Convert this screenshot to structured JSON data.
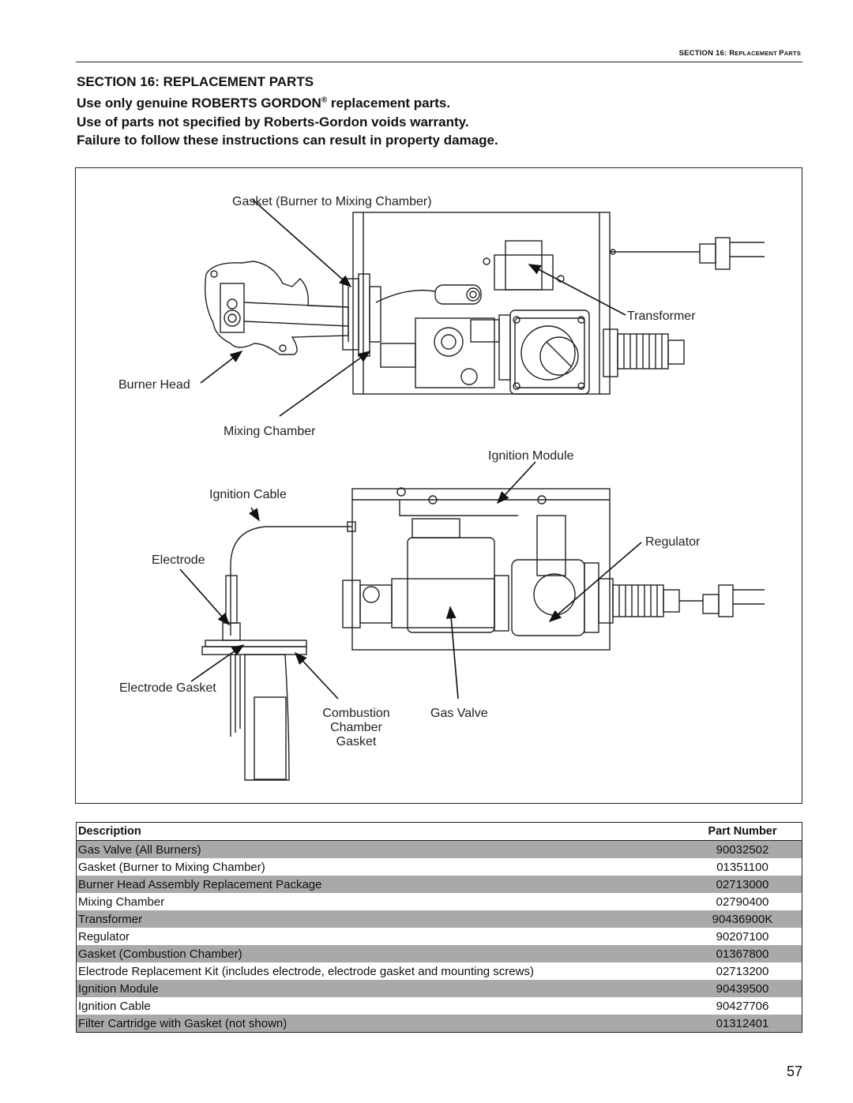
{
  "running_header": {
    "prefix": "SECTION 16: R",
    "rest_1": "EPLACEMENT ",
    "p": "P",
    "rest_2": "ARTS"
  },
  "section_title": "SECTION 16: REPLACEMENT PARTS",
  "warnings": {
    "line1_pre": "Use only genuine ROBERTS GORDON",
    "line1_mark": "®",
    "line1_post": " replacement parts.",
    "line2": "Use of parts not specified by Roberts-Gordon voids warranty.",
    "line3": "Failure to follow these instructions can result in property damage."
  },
  "figure": {
    "labels": {
      "gasket_burner": "Gasket (Burner to Mixing Chamber)",
      "transformer": "Transformer",
      "burner_head": "Burner Head",
      "mixing_chamber": "Mixing Chamber",
      "ignition_module": "Ignition Module",
      "ignition_cable": "Ignition Cable",
      "regulator": "Regulator",
      "electrode": "Electrode",
      "electrode_gasket": "Electrode Gasket",
      "combustion_chamber_gasket_1": "Combustion",
      "combustion_chamber_gasket_2": "Chamber",
      "combustion_chamber_gasket_3": "Gasket",
      "gas_valve": "Gas Valve"
    }
  },
  "parts_table": {
    "headers": {
      "description": "Description",
      "part_number": "Part Number"
    },
    "rows": [
      {
        "description": "Gas Valve (All Burners)",
        "part_number": "90032502"
      },
      {
        "description": "Gasket (Burner to Mixing Chamber)",
        "part_number": "01351100"
      },
      {
        "description": "Burner Head Assembly Replacement Package",
        "part_number": "02713000"
      },
      {
        "description": "Mixing Chamber",
        "part_number": "02790400"
      },
      {
        "description": "Transformer",
        "part_number": "90436900K"
      },
      {
        "description": "Regulator",
        "part_number": "90207100"
      },
      {
        "description": "Gasket (Combustion Chamber)",
        "part_number": "01367800"
      },
      {
        "description": "Electrode Replacement Kit (includes electrode, electrode gasket and mounting screws)",
        "part_number": "02713200"
      },
      {
        "description": "Ignition Module",
        "part_number": "90439500"
      },
      {
        "description": "Ignition Cable",
        "part_number": "90427706"
      },
      {
        "description": "Filter Cartridge with Gasket (not shown)",
        "part_number": "01312401"
      }
    ]
  },
  "page_number": "57"
}
